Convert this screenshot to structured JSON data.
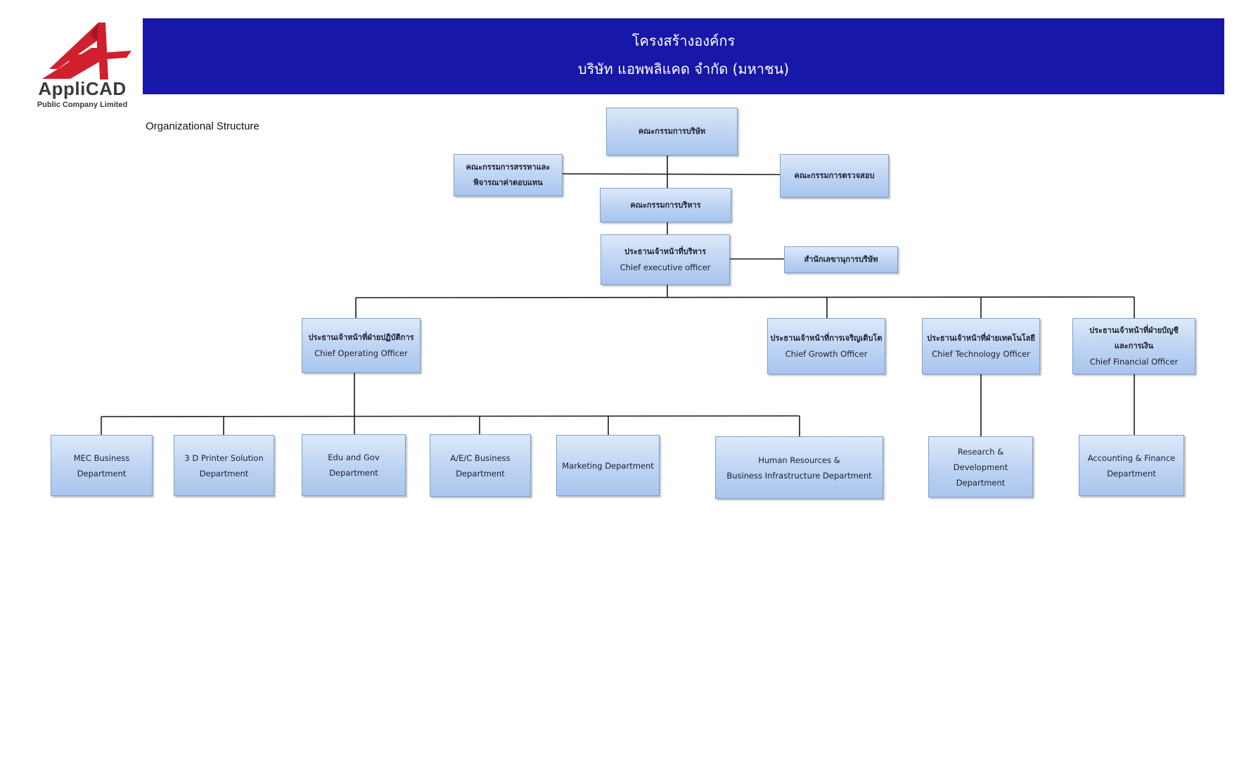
{
  "logo": {
    "name": "AppliCAD",
    "tagline": "Public Company Limited",
    "brand_color": "#d0202e"
  },
  "header": {
    "title": "โครงสร้างองค์กร",
    "subtitle": "บริษัท แอพพลิแคด จำกัด  (มหาชน)",
    "background": "#1717a8"
  },
  "section_title": "Organizational Structure",
  "org": {
    "board": "คณะกรรมการบริษัท",
    "nomination_committee": [
      "คณะกรรมการสรรหาและ",
      "พิจารณาค่าตอบแทน"
    ],
    "audit_committee": "คณะกรรมการตรวจสอบ",
    "executive_committee": "คณะกรรมการบริหาร",
    "ceo": [
      "ประธานเจ้าหน้าที่บริหาร",
      "Chief executive officer"
    ],
    "company_secretary": "สำนักเลขานุการบริษัท",
    "coo": [
      "ประธานเจ้าหน้าที่ฝ่ายปฏิบัติการ",
      "Chief Operating Officer"
    ],
    "cgo": [
      "ประธานเจ้าหน้าที่การเจริญเติบโต",
      "Chief Growth Officer"
    ],
    "cto": [
      "ประธานเจ้าหน้าที่ฝ่ายเทคโนโลยี",
      "Chief Technology Officer"
    ],
    "cfo": [
      "ประธานเจ้าหน้าที่ฝ่ายบัญชี",
      "และการเงิน",
      "Chief Financial Officer"
    ],
    "departments": {
      "mec": [
        "MEC Business",
        "Department"
      ],
      "printer": [
        "3 D Printer Solution",
        "Department"
      ],
      "edu_gov": [
        "Edu and Gov",
        "Department"
      ],
      "aec": [
        "A/E/C Business",
        "Department"
      ],
      "marketing": [
        "Marketing Department"
      ],
      "hr": [
        "Human Resources &",
        "Business Infrastructure Department"
      ],
      "rnd": [
        "Research &",
        "Development",
        "Department"
      ],
      "accounting": [
        "Accounting & Finance",
        "Department"
      ]
    }
  }
}
